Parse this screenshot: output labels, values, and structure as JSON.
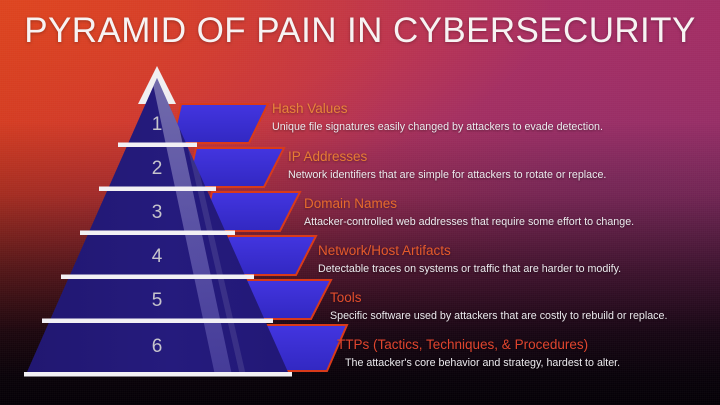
{
  "title": "PYRAMID OF PAIN IN CYBERSECURITY",
  "colors": {
    "bg_top_left": "#d0381f",
    "bg_top_right": "#a52f63",
    "bg_bottom": "#0a0210",
    "pyramid_fill": "#241a78",
    "tab_fill": "#3a2ed2",
    "tab_outline": "#d93a1a",
    "apex_fill": "#f0eff1",
    "separator": "#f2f0f4",
    "number_text": "#c6c4cc",
    "title_text": "#f7f3f3",
    "desc_text": "#eceaee"
  },
  "pyramid": {
    "levels": [
      {
        "number": "1"
      },
      {
        "number": "2"
      },
      {
        "number": "3"
      },
      {
        "number": "4"
      },
      {
        "number": "5"
      },
      {
        "number": "6"
      }
    ]
  },
  "entries": [
    {
      "heading": "Hash Values",
      "description": "Unique file signatures easily changed by attackers to evade detection.",
      "heading_color": "#e8853a"
    },
    {
      "heading": "IP Addresses",
      "description": "Network identifiers that are simple for attackers to rotate or replace.",
      "heading_color": "#e77c34"
    },
    {
      "heading": "Domain Names",
      "description": "Attacker-controlled web addresses that require some effort to change.",
      "heading_color": "#e66a2c"
    },
    {
      "heading": "Network/Host Artifacts",
      "description": "Detectable traces on systems or traffic that are harder to modify.",
      "heading_color": "#e55a2b"
    },
    {
      "heading": "Tools",
      "description": "Specific software used by attackers that are costly to rebuild or replace.",
      "heading_color": "#e24d2c"
    },
    {
      "heading": "TTPs (Tactics, Techniques, & Procedures)",
      "description": "The attacker's core behavior and strategy, hardest to alter.",
      "heading_color": "#e0452e"
    }
  ]
}
